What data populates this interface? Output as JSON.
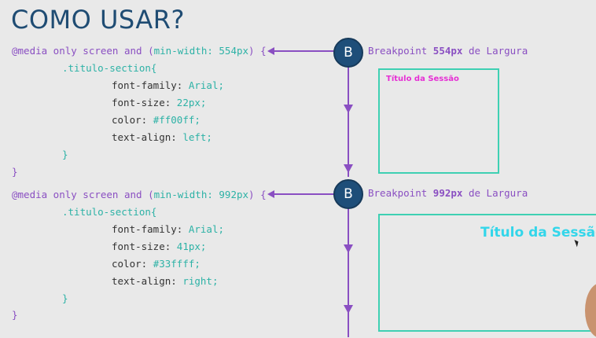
{
  "title": "COMO USAR?",
  "block1": {
    "line1_at": "@media only screen and (",
    "line1_cond": "min-width: 554px",
    "line1_end": ") {",
    "selector": ".titulo-section{",
    "font_family_prop": "font-family:",
    "font_family_val": "Arial;",
    "font_size_prop": "font-size:",
    "font_size_val": "22px;",
    "color_prop": "color:",
    "color_val": "#ff00ff;",
    "align_prop": "text-align:",
    "align_val": "left;",
    "close_inner": "}",
    "close_outer": "}"
  },
  "block2": {
    "line1_at": "@media only screen and (",
    "line1_cond": "min-width: 992px",
    "line1_end": ") {",
    "selector": ".titulo-section{",
    "font_family_prop": "font-family:",
    "font_family_val": "Arial;",
    "font_size_prop": "font-size:",
    "font_size_val": "41px;",
    "color_prop": "color:",
    "color_val": "#33ffff;",
    "align_prop": "text-align:",
    "align_val": "right;",
    "close_inner": "}",
    "close_outer": "}"
  },
  "breakpoint1": {
    "badge": "B",
    "prefix": "Breakpoint ",
    "value": "554px",
    "suffix": " de Largura"
  },
  "breakpoint2": {
    "badge": "B",
    "prefix": "Breakpoint ",
    "value": "992px",
    "suffix": " de Largura"
  },
  "preview1": {
    "title": "Título da Sessão",
    "color": "#ff00ff"
  },
  "preview2": {
    "title": "Título da Sessão",
    "color": "#33ddee"
  },
  "colors": {
    "accent": "#8a4fc2",
    "code_value": "#2db2a6",
    "box_border": "#3ed0b3",
    "badge_bg": "#1e4e79",
    "title": "#1f4c73"
  }
}
